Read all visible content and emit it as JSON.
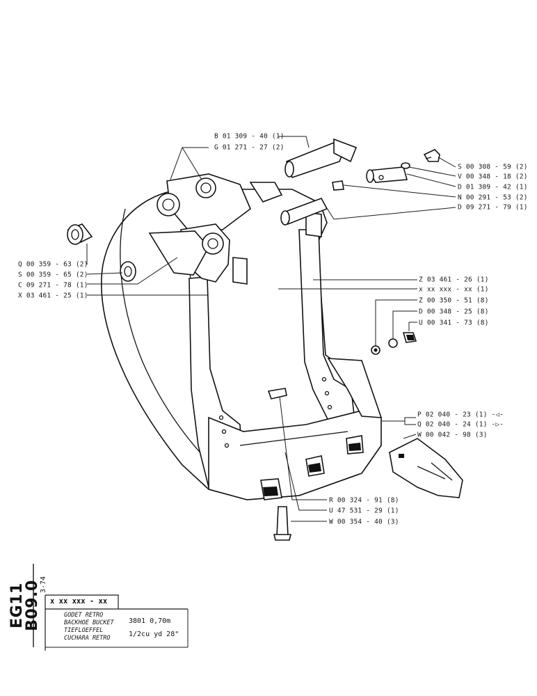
{
  "callouts": [
    {
      "code": "B 01 309 - 40 (1)"
    },
    {
      "code": "G 01 271 - 27 (2)"
    },
    {
      "code": "S 00 308 - 59 (2)"
    },
    {
      "code": "V 00 348 - 18 (2)"
    },
    {
      "code": "D 01 309 - 42 (1)"
    },
    {
      "code": "N 00 291 - 53 (2)"
    },
    {
      "code": "D 09 271 - 79 (1)"
    },
    {
      "code": "Q 00 359 - 63 (2)"
    },
    {
      "code": "S 00 359 - 65 (2)"
    },
    {
      "code": "C 09 271 - 78 (1)"
    },
    {
      "code": "X 03 461 - 25 (1)"
    },
    {
      "code": "Z 03 461 - 26 (1)"
    },
    {
      "code": "x xx xxx - xx (1)"
    },
    {
      "code": "Z 00 350 - 51 (8)"
    },
    {
      "code": "D 00 348 - 25 (8)"
    },
    {
      "code": "U 00 341 - 73 (8)"
    },
    {
      "code": "P 02 040 - 23 (1) -◁-"
    },
    {
      "code": "Q 02 040 - 24 (1) -▷-"
    },
    {
      "code": "W 00 042 - 98 (3)"
    },
    {
      "code": "R 00 324 - 91 (8)"
    },
    {
      "code": "U 47 531 - 29 (1)"
    },
    {
      "code": "W 00 354 - 40 (3)"
    }
  ],
  "title_block": {
    "drawing_code": "EG11 B09.0",
    "sheet": "3-74",
    "ref": "x  xx  xxx - xx",
    "names": [
      "GODET RETRO",
      "BACKHOE BUCKET",
      "TIEFLOEFFEL",
      "CUCHARA RETRO"
    ],
    "model": "3801  0,70m",
    "capacity": "1/2cu yd  28\""
  },
  "colors": {
    "ink": "#111111",
    "paper": "#ffffff"
  }
}
